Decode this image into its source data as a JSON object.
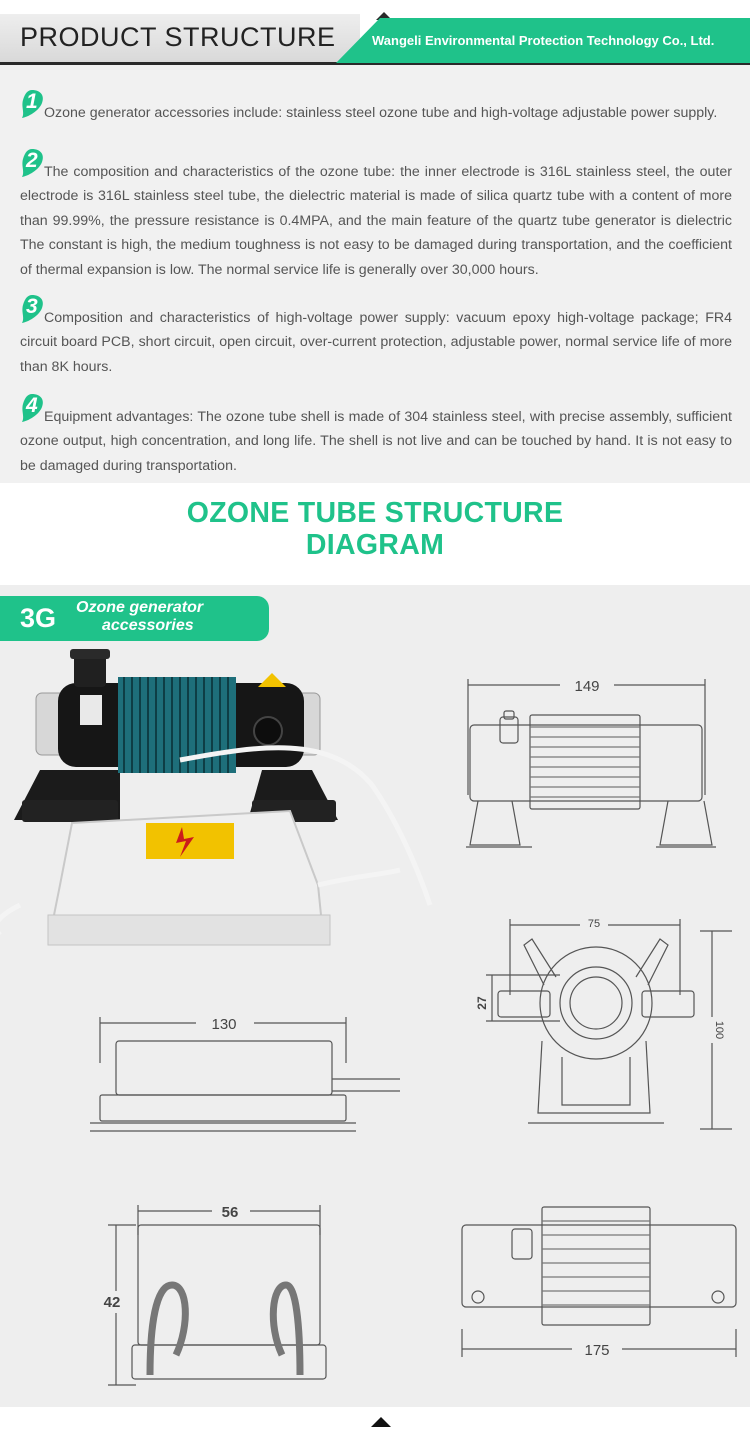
{
  "header": {
    "title": "PRODUCT STRUCTURE",
    "company": "Wangeli Environmental Protection Technology Co., Ltd."
  },
  "structure": {
    "items": [
      {
        "number": "1",
        "text": "Ozone generator accessories include: stainless steel ozone tube and high-voltage adjustable power supply."
      },
      {
        "number": "2",
        "text": "The composition and characteristics of the ozone tube: the inner electrode is 316L stainless steel, the outer electrode is 316L stainless steel tube, the dielectric material is made of silica quartz tube with a content of more than 99.99%, the pressure resistance is 0.4MPA, and the main feature of the quartz tube generator is dielectric The constant is high, the medium toughness is not easy to be damaged during transportation, and the coefficient of thermal expansion is low. The normal service life is generally over 30,000 hours."
      },
      {
        "number": "3",
        "text": "Composition and characteristics of high-voltage power supply: vacuum epoxy high-voltage package; FR4 circuit board PCB, short circuit, open circuit, over-current protection, adjustable power, normal service life of more than 8K hours."
      },
      {
        "number": "4",
        "text": "Equipment advantages: The ozone tube shell is made of 304 stainless steel, with precise assembly, sufficient ozone output, high concentration, and long life. The shell is not live and can be touched by hand. It is not easy to be damaged during transportation."
      }
    ]
  },
  "diagram": {
    "title_line1": "OZONE TUBE STRUCTURE",
    "title_line2": "DIAGRAM",
    "badge": {
      "code": "3G",
      "line1": "Ozone generator",
      "line2": "accessories"
    },
    "dimensions": {
      "tube_length": "149",
      "tube_width": "75",
      "tube_offset": "27",
      "tube_height": "100",
      "supply_length": "130",
      "supply_width": "56",
      "supply_height": "42",
      "tube_total_length": "175"
    }
  },
  "colors": {
    "accent": "#1fc28a",
    "dark": "#2a2a2a",
    "panel": "#f1f1f1"
  }
}
